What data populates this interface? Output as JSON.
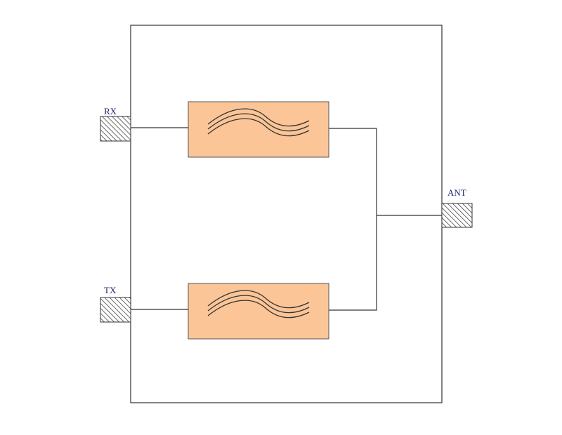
{
  "ports": {
    "rx": {
      "label": "RX"
    },
    "tx": {
      "label": "TX"
    },
    "ant": {
      "label": "ANT"
    }
  },
  "colors": {
    "filter_fill": "#fbc597",
    "filter_stroke": "#555555",
    "line": "#333333",
    "label": "#1f2a6e",
    "hatch": "#444444",
    "port_fill": "#d8d8d8"
  },
  "icons": {
    "filter": "bandpass-filter-icon"
  }
}
